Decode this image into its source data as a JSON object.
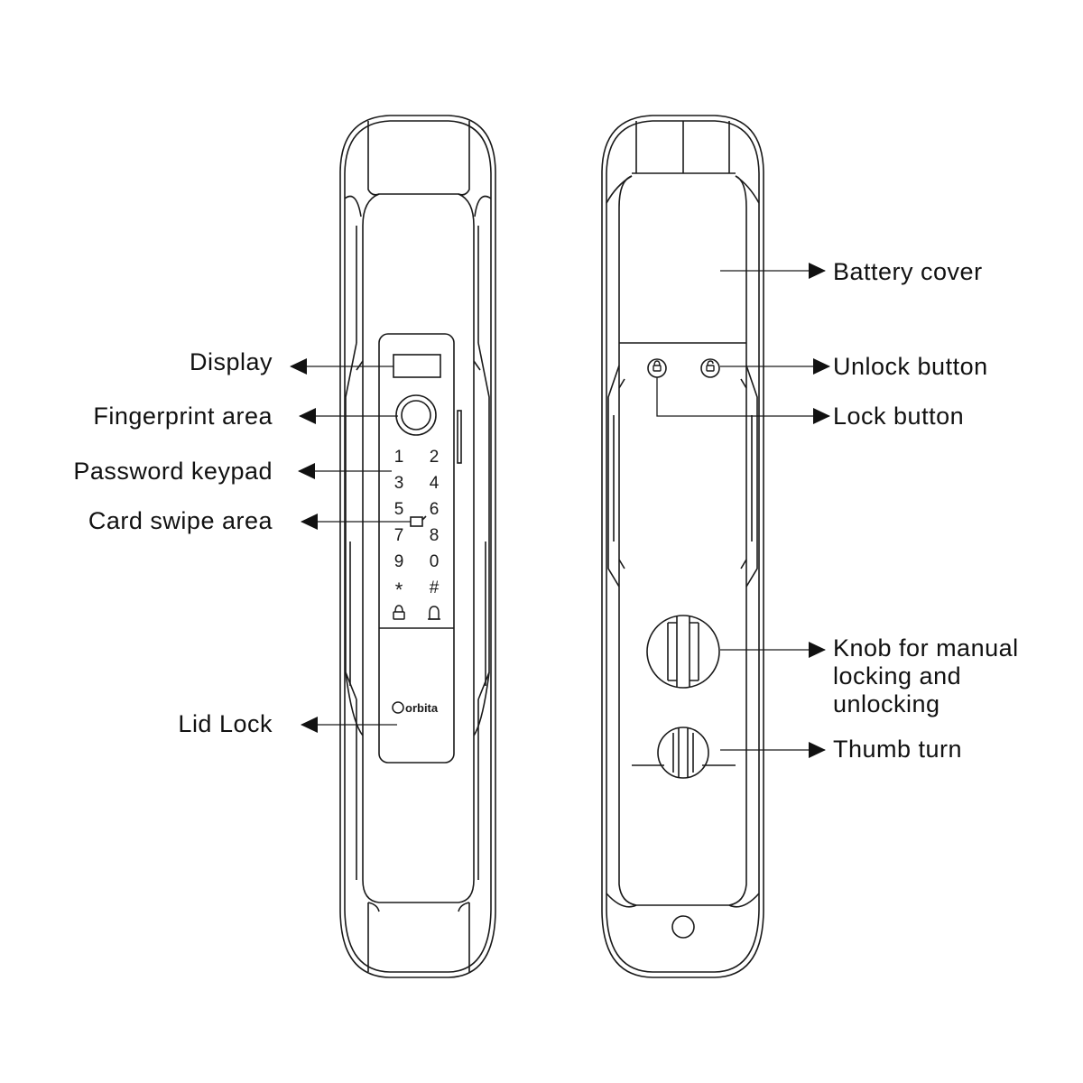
{
  "labels": {
    "display": "Display",
    "fingerprint_area": "Fingerprint area",
    "password_keypad": "Password keypad",
    "card_swipe_area": "Card swipe area",
    "lid_lock": "Lid Lock",
    "battery_cover": "Battery cover",
    "unlock_button": "Unlock button",
    "lock_button": "Lock button",
    "knob_line1": "Knob for manual",
    "knob_line2": "locking and",
    "knob_line3": "unlocking",
    "thumb_turn": "Thumb turn"
  },
  "keypad": {
    "keys": [
      "1",
      "2",
      "3",
      "4",
      "5",
      "6",
      "7",
      "8",
      "9",
      "0",
      "*",
      "#"
    ]
  },
  "brand": {
    "logo_text": "orbita"
  },
  "colors": {
    "line": "#1a1a1a",
    "background": "#ffffff"
  }
}
